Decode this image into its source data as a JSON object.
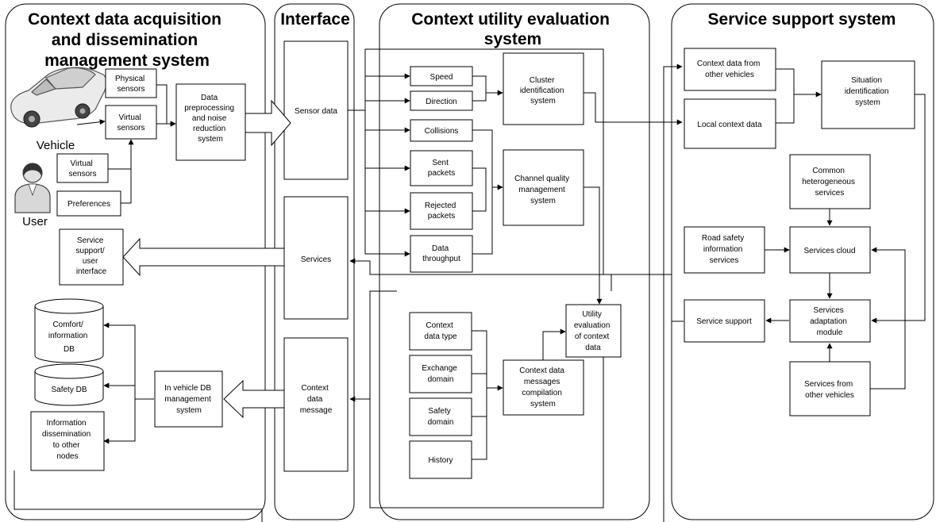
{
  "panels": {
    "acquisition": {
      "title_lines": [
        "Context data acquisition",
        "and dissemination",
        "management system"
      ]
    },
    "interface": {
      "title": "Interface"
    },
    "utility": {
      "title_lines": [
        "Context utility evaluation",
        "system"
      ]
    },
    "service": {
      "title": "Service support system"
    }
  },
  "actors": {
    "vehicle": "Vehicle",
    "user": "User"
  },
  "acquisition": {
    "physical_sensors": [
      "Physical",
      "sensors"
    ],
    "virtual_sensors": [
      "Virtual",
      "sensors"
    ],
    "user_virtual_sensors": [
      "Virtual",
      "sensors"
    ],
    "preferences": [
      "Preferences"
    ],
    "preprocessing": [
      "Data",
      "preprocessing",
      "and noise",
      "reduction",
      "system"
    ],
    "service_ui": [
      "Service",
      "support/",
      "user",
      "interface"
    ],
    "comfort_db": [
      "Comfort/",
      "information",
      "DB"
    ],
    "safety_db": [
      "Safety DB"
    ],
    "vehicle_db": [
      "In vehicle DB",
      "management",
      "system"
    ],
    "dissemination": [
      "Information",
      "dissemination",
      "to other",
      "nodes"
    ]
  },
  "interface": {
    "sensor_data": [
      "Sensor data"
    ],
    "services": [
      "Services"
    ],
    "context_message": [
      "Context",
      "data",
      "message"
    ]
  },
  "utility": {
    "speed": [
      "Speed"
    ],
    "direction": [
      "Direction"
    ],
    "collisions": [
      "Collisions"
    ],
    "sent_packets": [
      "Sent",
      "packets"
    ],
    "rejected_packets": [
      "Rejected",
      "packets"
    ],
    "throughput": [
      "Data",
      "throughput"
    ],
    "cluster": [
      "Cluster",
      "identification",
      "system"
    ],
    "channel": [
      "Channel quality",
      "management",
      "system"
    ],
    "context_type": [
      "Context",
      "data type"
    ],
    "exchange": [
      "Exchange",
      "domain"
    ],
    "safety_domain": [
      "Safety",
      "domain"
    ],
    "history": [
      "History"
    ],
    "compilation": [
      "Context data",
      "messages",
      "compilation",
      "system"
    ],
    "utility_eval": [
      "Utility",
      "evaluation",
      "of context",
      "data"
    ]
  },
  "service": {
    "other_vehicles_data": [
      "Context data from",
      "other vehicles"
    ],
    "local_data": [
      "Local context data"
    ],
    "situation": [
      "Situation",
      "identification",
      "system"
    ],
    "heterogeneous": [
      "Common",
      "heterogeneous",
      "services"
    ],
    "road_safety": [
      "Road safety",
      "information",
      "services"
    ],
    "cloud": [
      "Services cloud"
    ],
    "support": [
      "Service support"
    ],
    "adaptation": [
      "Services",
      "adaptation",
      "module"
    ],
    "from_other": [
      "Services from",
      "other vehicles"
    ]
  }
}
